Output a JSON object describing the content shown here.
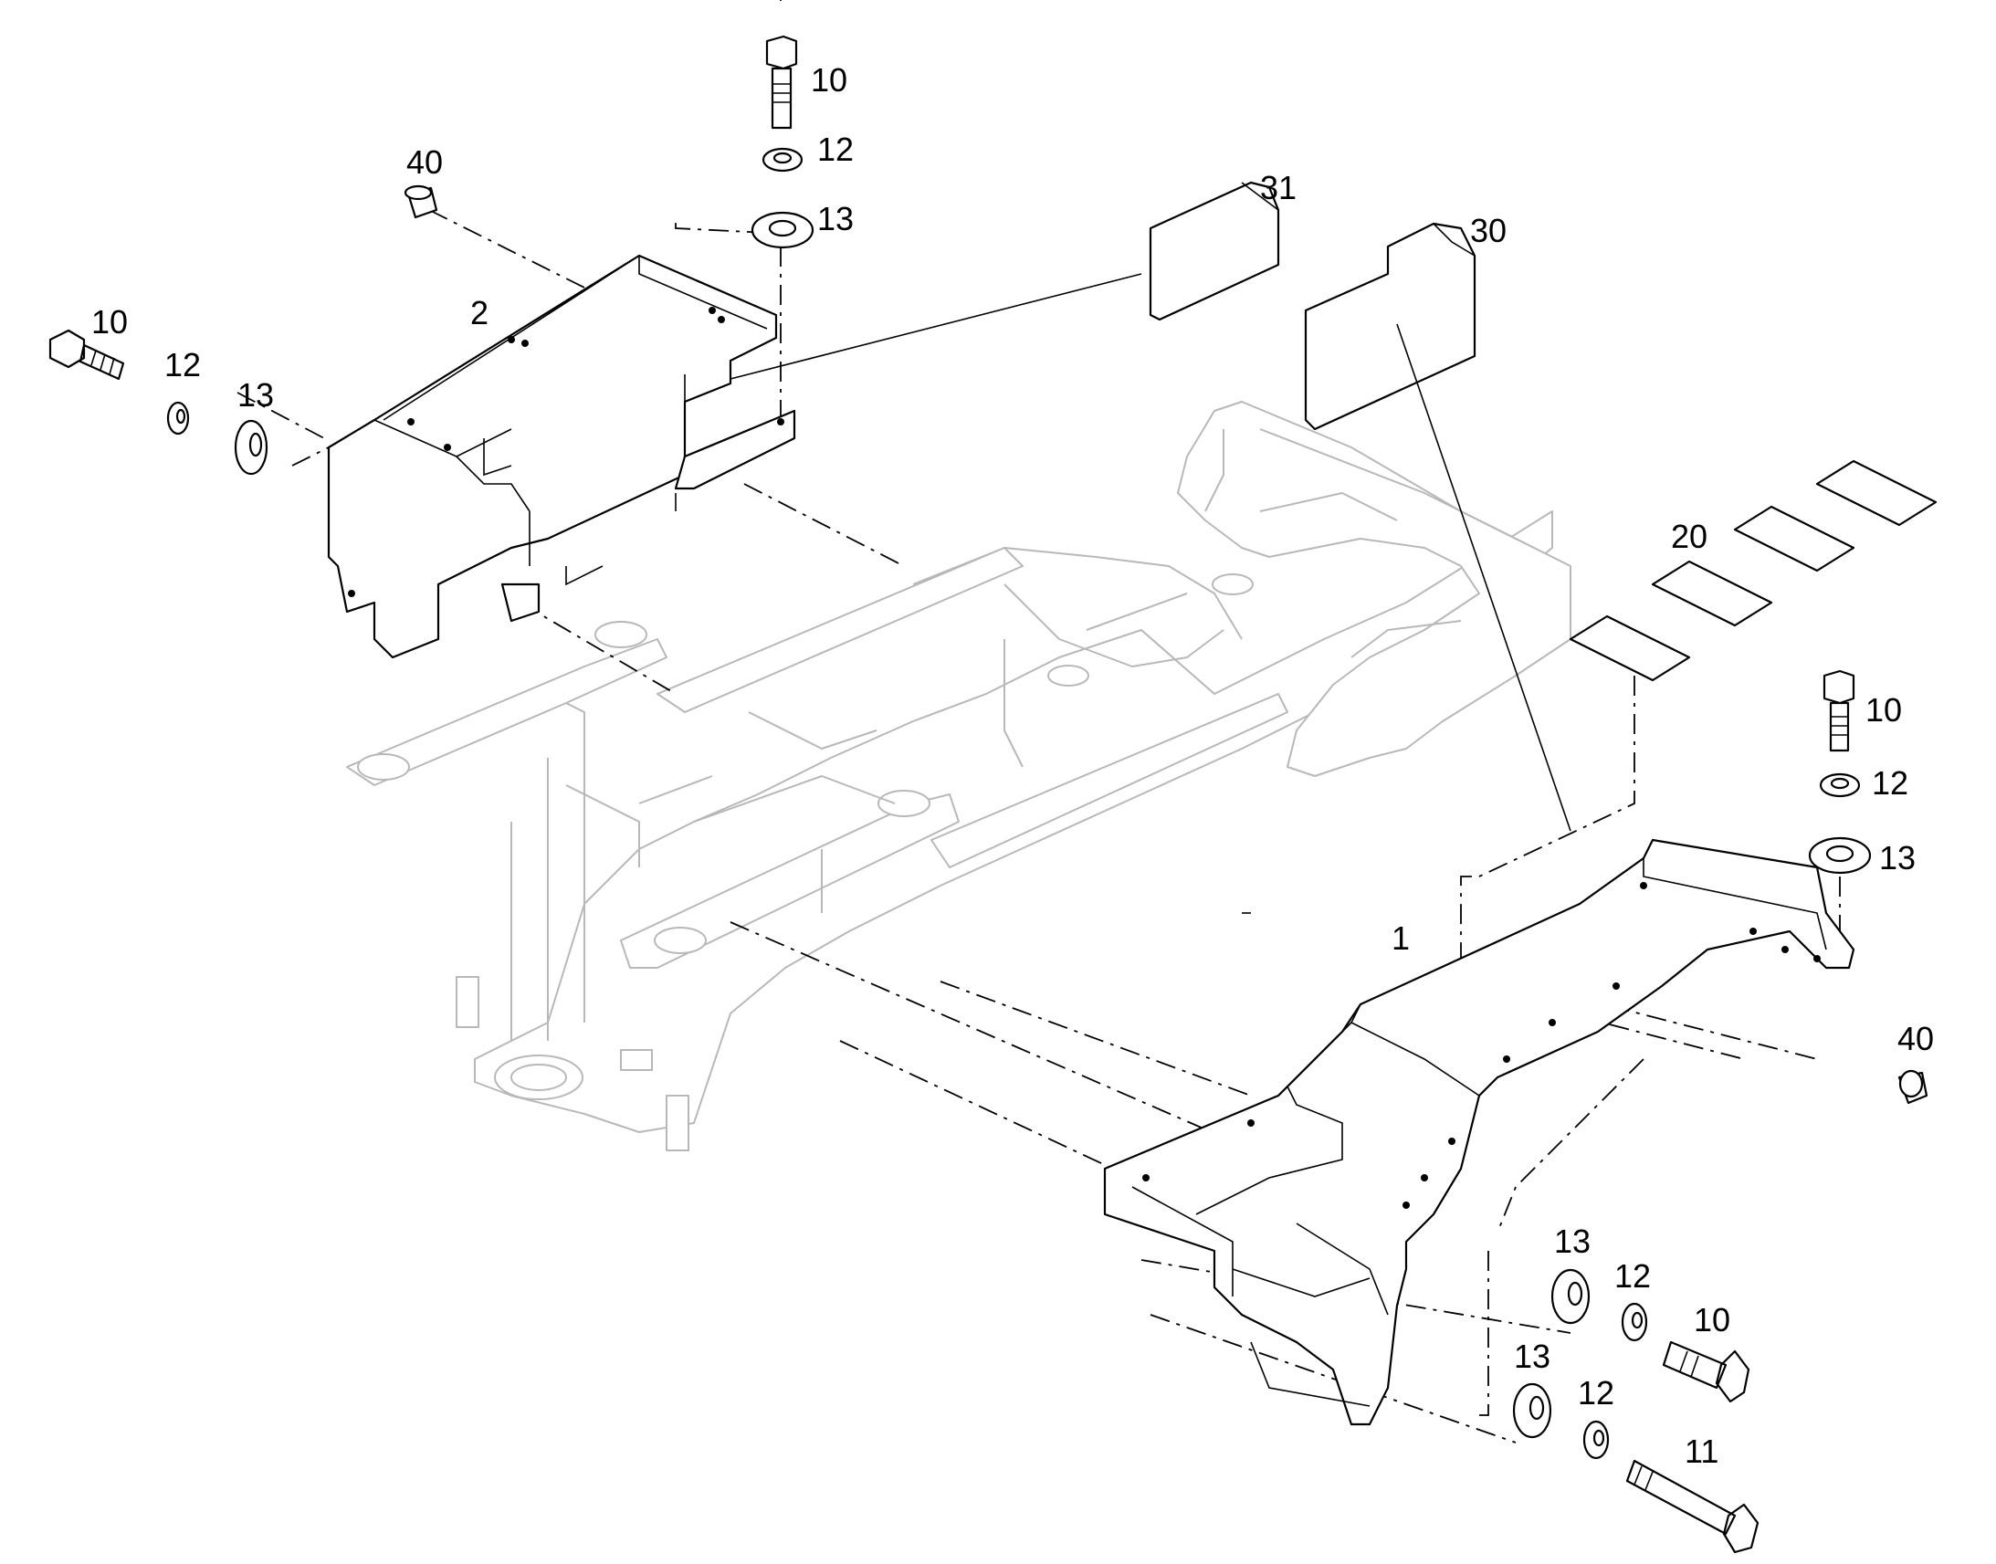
{
  "diagram": {
    "callouts": [
      {
        "id": "c-10-top",
        "text": "10"
      },
      {
        "id": "c-12-top",
        "text": "12"
      },
      {
        "id": "c-13-top",
        "text": "13"
      },
      {
        "id": "c-40-top",
        "text": "40"
      },
      {
        "id": "c-31",
        "text": "31"
      },
      {
        "id": "c-30",
        "text": "30"
      },
      {
        "id": "c-2",
        "text": "2"
      },
      {
        "id": "c-10-left",
        "text": "10"
      },
      {
        "id": "c-12-left",
        "text": "12"
      },
      {
        "id": "c-13-left",
        "text": "13"
      },
      {
        "id": "c-20",
        "text": "20"
      },
      {
        "id": "c-10-right",
        "text": "10"
      },
      {
        "id": "c-12-right",
        "text": "12"
      },
      {
        "id": "c-13-right",
        "text": "13"
      },
      {
        "id": "c-1",
        "text": "1"
      },
      {
        "id": "c-40-right",
        "text": "40"
      },
      {
        "id": "c-13-low1",
        "text": "13"
      },
      {
        "id": "c-12-low1",
        "text": "12"
      },
      {
        "id": "c-10-low1",
        "text": "10"
      },
      {
        "id": "c-13-low2",
        "text": "13"
      },
      {
        "id": "c-12-low2",
        "text": "12"
      },
      {
        "id": "c-11",
        "text": "11"
      }
    ]
  }
}
